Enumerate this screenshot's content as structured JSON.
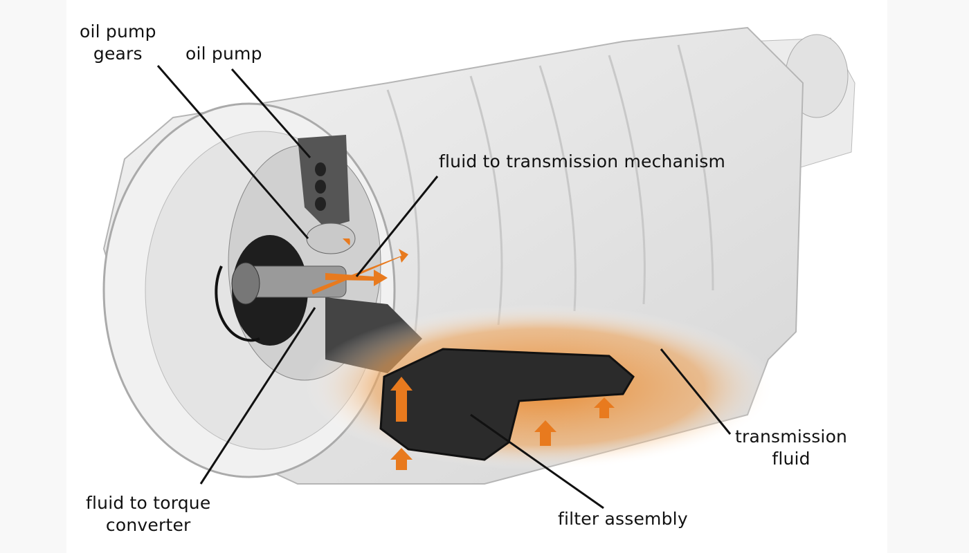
{
  "labels": {
    "oil_pump_gears": [
      "oil pump",
      "gears"
    ],
    "oil_pump": "oil pump",
    "fluid_to_mechanism": "fluid to transmission mechanism",
    "transmission_fluid": [
      "transmission",
      "fluid"
    ],
    "fluid_to_torque_converter": [
      "fluid to torque",
      "converter"
    ],
    "filter_assembly": "filter assembly"
  },
  "colors": {
    "fluid_orange": "#e87a1e",
    "housing": "#e6e6e6",
    "filter": "#2b2b2b"
  }
}
